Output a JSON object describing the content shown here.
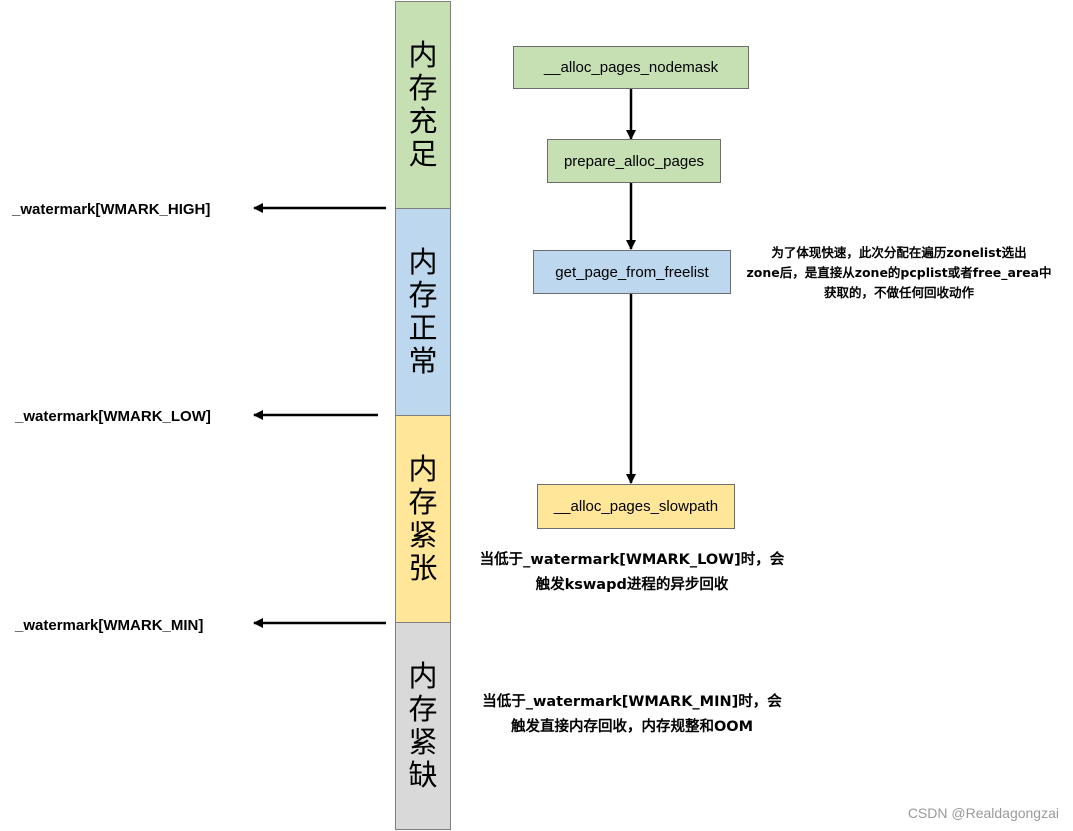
{
  "colors": {
    "green": "#c6e0b4",
    "blue": "#bdd7ee",
    "yellow": "#ffe699",
    "gray": "#d9d9d9"
  },
  "bar": {
    "segments": [
      {
        "id": "full",
        "label": "内存充足",
        "color": "#c6e0b4"
      },
      {
        "id": "normal",
        "label": "内存正常",
        "color": "#bdd7ee"
      },
      {
        "id": "tight",
        "label": "内存紧张",
        "color": "#ffe699"
      },
      {
        "id": "shortage",
        "label": "内存紧缺",
        "color": "#d9d9d9"
      }
    ]
  },
  "watermarks": {
    "high": "_watermark[WMARK_HIGH]",
    "low": "_watermark[WMARK_LOW]",
    "min": "_watermark[WMARK_MIN]"
  },
  "flow": {
    "nodemask": "__alloc_pages_nodemask",
    "prepare": "prepare_alloc_pages",
    "freelist": "get_page_from_freelist",
    "slowpath": "__alloc_pages_slowpath"
  },
  "notes": {
    "fast": [
      "为了体现快速，此次分配在遍历zonelist选出",
      "zone后，是直接从zone的pcplist或者free_area中",
      "获取的，不做任何回收动作"
    ],
    "low": [
      "当低于_watermark[WMARK_LOW]时，会",
      "触发kswapd进程的异步回收"
    ],
    "min": [
      "当低于_watermark[WMARK_MIN]时，会",
      "触发直接内存回收，内存规整和OOM"
    ]
  },
  "credit": "CSDN @Realdagongzai"
}
